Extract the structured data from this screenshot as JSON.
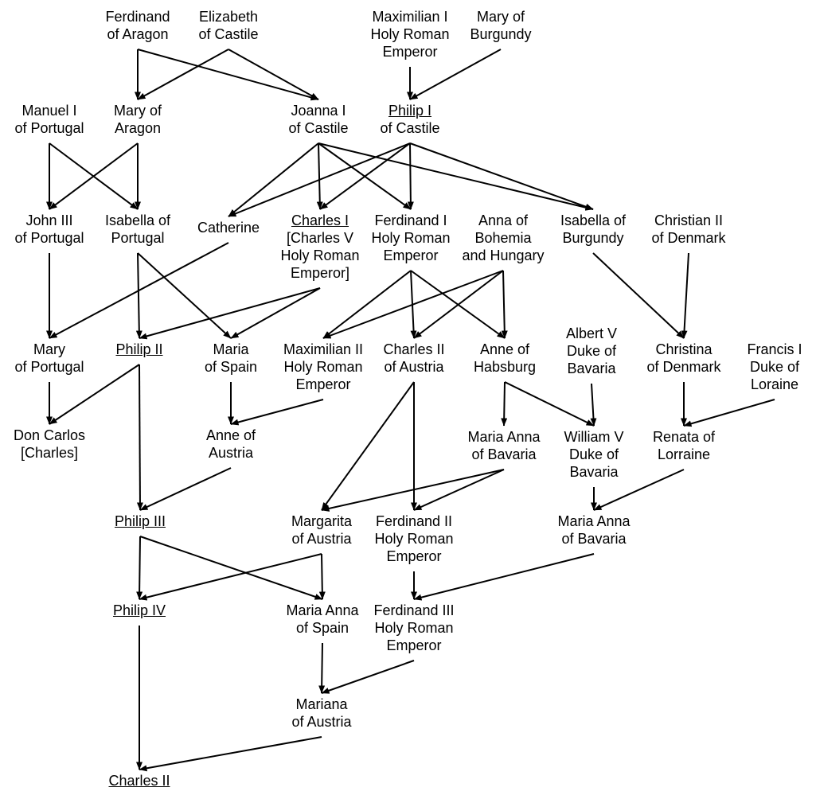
{
  "nodes": [
    {
      "id": "ferdinand-aragon",
      "lines": [
        "Ferdinand",
        "of Aragon"
      ]
    },
    {
      "id": "elizabeth-castile",
      "lines": [
        "Elizabeth",
        "of Castile"
      ]
    },
    {
      "id": "maximilian-i",
      "lines": [
        "Maximilian I",
        "Holy Roman",
        "Emperor"
      ]
    },
    {
      "id": "mary-burgundy",
      "lines": [
        "Mary of",
        "Burgundy"
      ]
    },
    {
      "id": "manuel-i",
      "lines": [
        "Manuel I",
        "of Portugal"
      ]
    },
    {
      "id": "mary-aragon",
      "lines": [
        "Mary of",
        "Aragon"
      ]
    },
    {
      "id": "joanna-i",
      "lines": [
        "Joanna I",
        "of Castile"
      ]
    },
    {
      "id": "philip-i",
      "lines": [
        "Philip I",
        "of Castile"
      ],
      "underline_first": true
    },
    {
      "id": "john-iii",
      "lines": [
        "John III",
        "of Portugal"
      ]
    },
    {
      "id": "isabella-portugal",
      "lines": [
        "Isabella of",
        "Portugal"
      ]
    },
    {
      "id": "catherine",
      "lines": [
        "Catherine"
      ]
    },
    {
      "id": "charles-i",
      "lines": [
        "Charles I",
        "[Charles V",
        "Holy Roman",
        "Emperor]"
      ],
      "underline_first": true
    },
    {
      "id": "ferdinand-i",
      "lines": [
        "Ferdinand I",
        "Holy Roman",
        "Emperor"
      ]
    },
    {
      "id": "anna-bohemia",
      "lines": [
        "Anna of",
        "Bohemia",
        "and Hungary"
      ]
    },
    {
      "id": "isabella-burgundy",
      "lines": [
        "Isabella of",
        "Burgundy"
      ]
    },
    {
      "id": "christian-ii",
      "lines": [
        "Christian II",
        "of Denmark"
      ]
    },
    {
      "id": "mary-portugal",
      "lines": [
        "Mary",
        "of Portugal"
      ]
    },
    {
      "id": "philip-ii",
      "lines": [
        "Philip II"
      ],
      "underline_first": true
    },
    {
      "id": "maria-spain",
      "lines": [
        "Maria",
        "of Spain"
      ]
    },
    {
      "id": "maximilian-ii",
      "lines": [
        "Maximilian II",
        "Holy Roman",
        "Emperor"
      ]
    },
    {
      "id": "charles-ii-austria",
      "lines": [
        "Charles II",
        "of Austria"
      ]
    },
    {
      "id": "anne-habsburg",
      "lines": [
        "Anne of",
        "Habsburg"
      ]
    },
    {
      "id": "albert-v",
      "lines": [
        "Albert V",
        "Duke of",
        "Bavaria"
      ]
    },
    {
      "id": "christina-denmark",
      "lines": [
        "Christina",
        "of Denmark"
      ]
    },
    {
      "id": "francis-i",
      "lines": [
        "Francis I",
        "Duke of",
        "Loraine"
      ]
    },
    {
      "id": "don-carlos",
      "lines": [
        "Don Carlos",
        "[Charles]"
      ]
    },
    {
      "id": "anne-austria",
      "lines": [
        "Anne of",
        "Austria"
      ]
    },
    {
      "id": "maria-anna-bavaria-1",
      "lines": [
        "Maria Anna",
        "of Bavaria"
      ]
    },
    {
      "id": "william-v",
      "lines": [
        "William V",
        "Duke of",
        "Bavaria"
      ]
    },
    {
      "id": "renata-lorraine",
      "lines": [
        "Renata of",
        "Lorraine"
      ]
    },
    {
      "id": "philip-iii",
      "lines": [
        "Philip III"
      ],
      "underline_first": true
    },
    {
      "id": "margarita-austria",
      "lines": [
        "Margarita",
        "of Austria"
      ]
    },
    {
      "id": "ferdinand-ii",
      "lines": [
        "Ferdinand II",
        "Holy Roman",
        "Emperor"
      ]
    },
    {
      "id": "maria-anna-bavaria-2",
      "lines": [
        "Maria Anna",
        "of Bavaria"
      ]
    },
    {
      "id": "philip-iv",
      "lines": [
        "Philip IV"
      ],
      "underline_first": true
    },
    {
      "id": "maria-anna-spain",
      "lines": [
        "Maria Anna",
        "of Spain"
      ]
    },
    {
      "id": "ferdinand-iii",
      "lines": [
        "Ferdinand III",
        "Holy Roman",
        "Emperor"
      ]
    },
    {
      "id": "mariana-austria",
      "lines": [
        "Mariana",
        "of Austria"
      ]
    },
    {
      "id": "charles-ii",
      "lines": [
        "Charles II"
      ],
      "underline_first": true
    }
  ],
  "edges": [
    [
      "ferdinand-aragon",
      "mary-aragon"
    ],
    [
      "ferdinand-aragon",
      "joanna-i"
    ],
    [
      "elizabeth-castile",
      "mary-aragon"
    ],
    [
      "elizabeth-castile",
      "joanna-i"
    ],
    [
      "maximilian-i",
      "philip-i"
    ],
    [
      "mary-burgundy",
      "philip-i"
    ],
    [
      "manuel-i",
      "john-iii"
    ],
    [
      "manuel-i",
      "isabella-portugal"
    ],
    [
      "mary-aragon",
      "john-iii"
    ],
    [
      "mary-aragon",
      "isabella-portugal"
    ],
    [
      "joanna-i",
      "catherine"
    ],
    [
      "joanna-i",
      "charles-i"
    ],
    [
      "joanna-i",
      "ferdinand-i"
    ],
    [
      "joanna-i",
      "isabella-burgundy"
    ],
    [
      "philip-i",
      "catherine"
    ],
    [
      "philip-i",
      "charles-i"
    ],
    [
      "philip-i",
      "ferdinand-i"
    ],
    [
      "philip-i",
      "isabella-burgundy"
    ],
    [
      "john-iii",
      "mary-portugal"
    ],
    [
      "catherine",
      "mary-portugal"
    ],
    [
      "isabella-portugal",
      "philip-ii"
    ],
    [
      "isabella-portugal",
      "maria-spain"
    ],
    [
      "charles-i",
      "philip-ii"
    ],
    [
      "charles-i",
      "maria-spain"
    ],
    [
      "ferdinand-i",
      "maximilian-ii"
    ],
    [
      "ferdinand-i",
      "charles-ii-austria"
    ],
    [
      "ferdinand-i",
      "anne-habsburg"
    ],
    [
      "anna-bohemia",
      "maximilian-ii"
    ],
    [
      "anna-bohemia",
      "charles-ii-austria"
    ],
    [
      "anna-bohemia",
      "anne-habsburg"
    ],
    [
      "isabella-burgundy",
      "christina-denmark"
    ],
    [
      "christian-ii",
      "christina-denmark"
    ],
    [
      "mary-portugal",
      "don-carlos"
    ],
    [
      "philip-ii",
      "don-carlos"
    ],
    [
      "philip-ii",
      "philip-iii"
    ],
    [
      "maria-spain",
      "anne-austria"
    ],
    [
      "maximilian-ii",
      "anne-austria"
    ],
    [
      "anne-habsburg",
      "maria-anna-bavaria-1"
    ],
    [
      "anne-habsburg",
      "william-v"
    ],
    [
      "albert-v",
      "william-v"
    ],
    [
      "christina-denmark",
      "renata-lorraine"
    ],
    [
      "francis-i",
      "renata-lorraine"
    ],
    [
      "anne-austria",
      "philip-iii"
    ],
    [
      "charles-ii-austria",
      "margarita-austria"
    ],
    [
      "charles-ii-austria",
      "ferdinand-ii"
    ],
    [
      "maria-anna-bavaria-1",
      "margarita-austria"
    ],
    [
      "maria-anna-bavaria-1",
      "ferdinand-ii"
    ],
    [
      "william-v",
      "maria-anna-bavaria-2"
    ],
    [
      "renata-lorraine",
      "maria-anna-bavaria-2"
    ],
    [
      "philip-iii",
      "philip-iv"
    ],
    [
      "philip-iii",
      "maria-anna-spain"
    ],
    [
      "margarita-austria",
      "philip-iv"
    ],
    [
      "margarita-austria",
      "maria-anna-spain"
    ],
    [
      "ferdinand-ii",
      "ferdinand-iii"
    ],
    [
      "maria-anna-bavaria-2",
      "ferdinand-iii"
    ],
    [
      "maria-anna-spain",
      "mariana-austria"
    ],
    [
      "ferdinand-iii",
      "mariana-austria"
    ],
    [
      "philip-iv",
      "charles-ii"
    ],
    [
      "mariana-austria",
      "charles-ii"
    ]
  ]
}
